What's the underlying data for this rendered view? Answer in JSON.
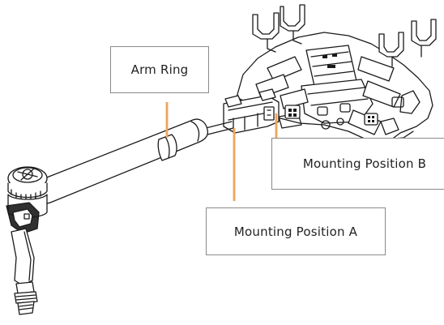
{
  "labels": {
    "arm_ring": "Arm Ring",
    "mounting_position_a": "Mounting Position A",
    "mounting_position_b": "Mounting Position B"
  },
  "colors": {
    "leader_line": "#f0a45a",
    "outline": "#1a1a1a",
    "box_border": "#8a8a8a"
  }
}
